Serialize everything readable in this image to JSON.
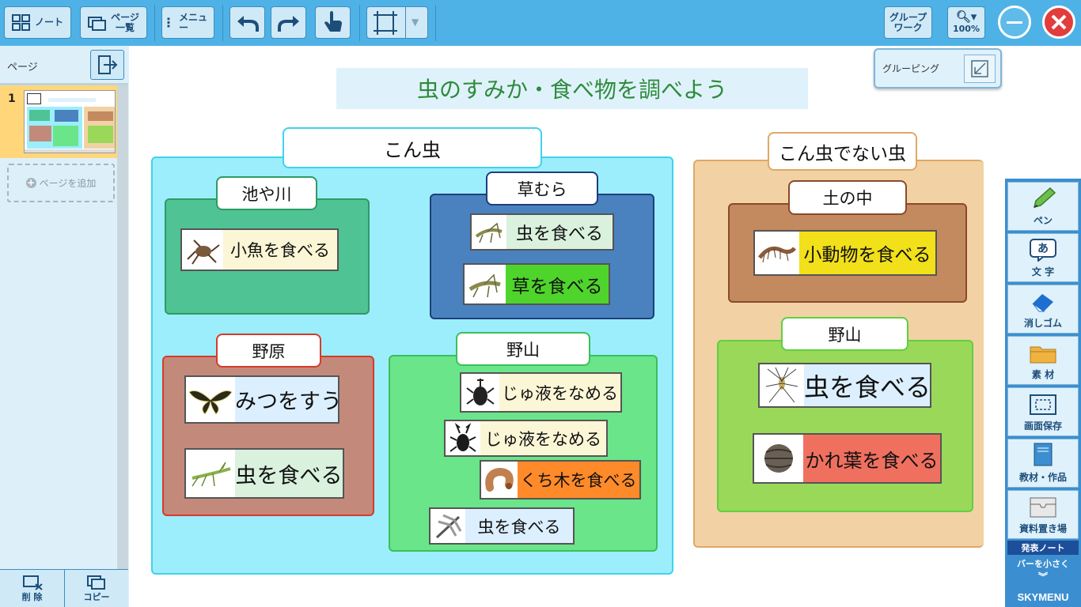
{
  "toolbar": {
    "note_label": "ノート",
    "page_list_label_1": "ページ",
    "page_list_label_2": "一覧",
    "menu_label": "メニュー",
    "group_work_label_1": "グループ",
    "group_work_label_2": "ワーク",
    "zoom_label": "100%"
  },
  "sidebar": {
    "header": "ページ",
    "pages": [
      {
        "number": "1"
      }
    ],
    "add_page_label": "ページを追加",
    "delete_label": "削 除",
    "copy_label": "コピー"
  },
  "grouping_panel": {
    "label": "グルーピング"
  },
  "canvas": {
    "title": "虫のすみか・食べ物を調べよう",
    "group_insect": {
      "label": "こん虫",
      "sections": {
        "pond": {
          "label": "池や川",
          "cards": [
            {
              "text": "小魚を食べる",
              "bg": "#fbf6d6",
              "icon": "water-bug-icon"
            }
          ]
        },
        "grass": {
          "label": "草むら",
          "cards": [
            {
              "text": "虫を食べる",
              "bg": "#d9f1dd",
              "icon": "grasshopper-icon"
            },
            {
              "text": "草を食べる",
              "bg": "#4fd42b",
              "icon": "grasshopper-icon"
            }
          ]
        },
        "field": {
          "label": "野原",
          "cards": [
            {
              "text": "みつをすう",
              "bg": "#dcefff",
              "icon": "butterfly-icon"
            },
            {
              "text": "虫を食べる",
              "bg": "#d9f1dd",
              "icon": "mantis-icon"
            }
          ]
        },
        "mountain": {
          "label": "野山",
          "cards": [
            {
              "text": "じゅ液をなめる",
              "bg": "#fbf6d6",
              "icon": "beetle-icon"
            },
            {
              "text": "じゅ液をなめる",
              "bg": "#fbf6d6",
              "icon": "stag-beetle-icon"
            },
            {
              "text": "くち木を食べる",
              "bg": "#ff8a2a",
              "icon": "larva-icon"
            },
            {
              "text": "虫を食べる",
              "bg": "#dcefff",
              "icon": "dragonfly-icon"
            }
          ]
        }
      }
    },
    "group_non_insect": {
      "label": "こん虫でない虫",
      "sections": {
        "soil": {
          "label": "土の中",
          "cards": [
            {
              "text": "小動物を食べる",
              "bg": "#f1e01a",
              "icon": "centipede-icon"
            }
          ]
        },
        "mountain": {
          "label": "野山",
          "cards": [
            {
              "text": "虫を食べる",
              "bg": "#dcefff",
              "icon": "spider-icon"
            },
            {
              "text": "かれ葉を食べる",
              "bg": "#f07060",
              "icon": "pill-bug-icon"
            }
          ]
        }
      }
    }
  },
  "right_toolbar": {
    "items": [
      {
        "label": "ペン",
        "icon": "pen-icon"
      },
      {
        "label": "文 字",
        "icon": "text-icon"
      },
      {
        "label": "消しゴム",
        "icon": "eraser-icon"
      },
      {
        "label": "素 材",
        "icon": "folder-icon"
      },
      {
        "label": "画面保存",
        "icon": "screen-capture-icon"
      },
      {
        "label": "教材・作品",
        "icon": "book-icon"
      },
      {
        "label": "資料置き場",
        "icon": "tray-icon"
      }
    ],
    "presentation_note": "発表ノート",
    "shrink_bar": "バーを小さく",
    "brand": "SKYMENU"
  },
  "colors": {
    "topbar": "#4fb2e6",
    "insect_group_bg": "#9ceefd",
    "non_insect_group_bg": "#f2d2a4",
    "title_text": "#2e8b3c"
  }
}
